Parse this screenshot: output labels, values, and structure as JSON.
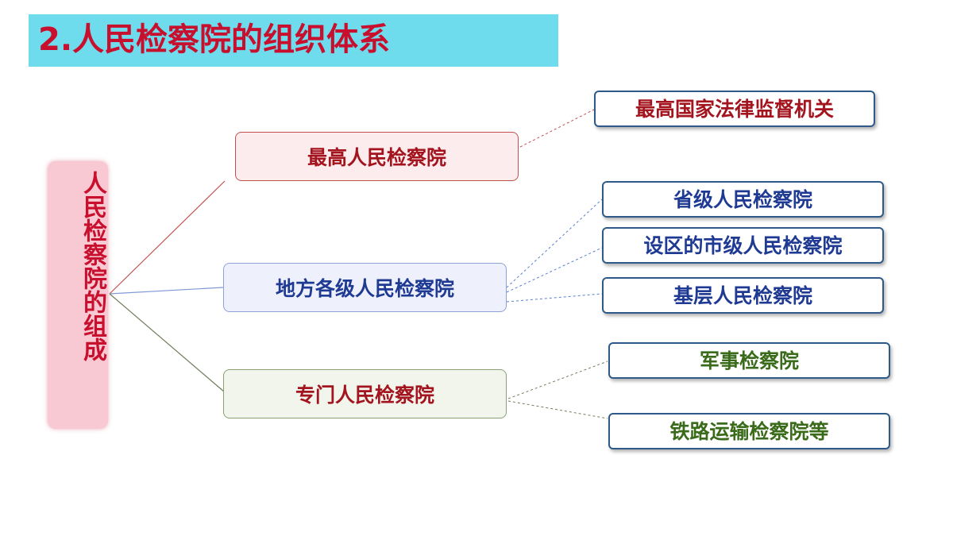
{
  "title": "2.人民检察院的组织体系",
  "root": {
    "label": "人民检察院的组成"
  },
  "branches": {
    "supreme": {
      "label": "最高人民检察院"
    },
    "local": {
      "label": "地方各级人民检察院"
    },
    "special": {
      "label": "专门人民检察院"
    }
  },
  "leaves": {
    "supreme_desc": "最高国家法律监督机关",
    "provincial": "省级人民检察院",
    "municipal": "设区的市级人民检察院",
    "basic": "基层人民检察院",
    "military": "军事检察院",
    "railway": "铁路运输检察院等"
  },
  "colors": {
    "title_bg": "#6fdcee",
    "title_text": "#c8102e",
    "root_bg": "#f9c9d3",
    "red_text": "#a3141e",
    "blue_text": "#1f3a93",
    "green_text": "#3a6b1a"
  }
}
